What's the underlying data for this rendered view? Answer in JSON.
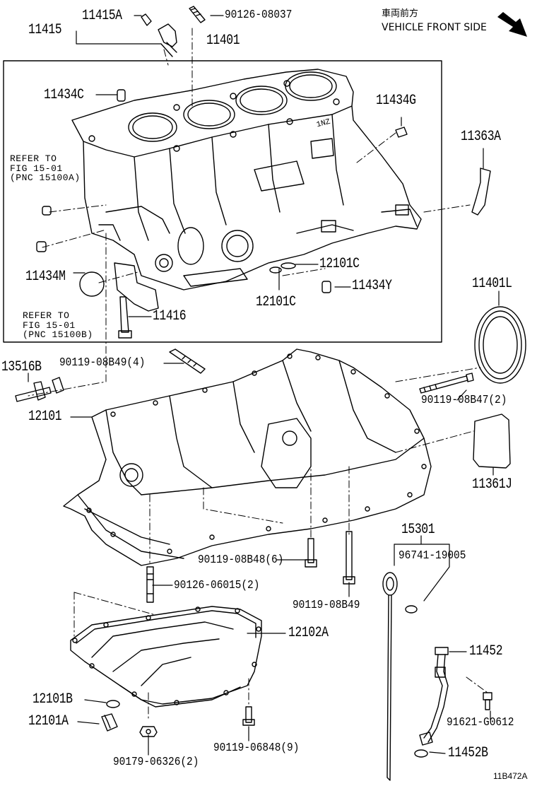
{
  "header": {
    "direction_jp": "車両前方",
    "direction_en": "VEHICLE FRONT SIDE",
    "arrow_icon": "arrow-down-right-icon"
  },
  "labels": {
    "p11415A": "11415A",
    "p11415": "11415",
    "p90126_08037": "90126-08037",
    "p11401": "11401",
    "p11434C": "11434C",
    "p11434G": "11434G",
    "p11363A": "11363A",
    "p11434M": "11434M",
    "p12101C_a": "12101C",
    "p12101C_b": "12101C",
    "p11434Y": "11434Y",
    "p11416": "11416",
    "p11401L": "11401L",
    "p13516B": "13516B",
    "p90119_08B49_4": "90119-08B49(4)",
    "p90119_08B47_2": "90119-08B47(2)",
    "p12101": "12101",
    "p11361J": "11361J",
    "p15301": "15301",
    "p96741_19005": "96741-19005",
    "p90119_08B48_6": "90119-08B48(6)",
    "p90126_06015_2": "90126-06015(2)",
    "p90119_08B49": "90119-08B49",
    "p12102A": "12102A",
    "p11452": "11452",
    "p12101B": "12101B",
    "p12101A": "12101A",
    "p91621_G0612": "91621-G0612",
    "p90119_06848_9": "90119-06848(9)",
    "p90179_06326_2": "90179-06326(2)",
    "p11452B": "11452B"
  },
  "refs": {
    "ref1_line1": "REFER TO",
    "ref1_line2": "FIG 15-01",
    "ref1_line3": "(PNC 15100A)",
    "ref2_line1": "REFER TO",
    "ref2_line2": "FIG 15-01",
    "ref2_line3": "(PNC 15100B)"
  },
  "engine_mark": "1NZ",
  "footer": {
    "diagram_code": "11B472A"
  }
}
